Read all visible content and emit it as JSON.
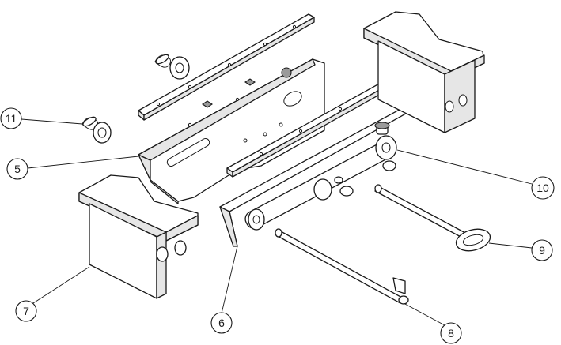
{
  "callouts": [
    {
      "id": "callout-11",
      "label": "11"
    },
    {
      "id": "callout-5",
      "label": "5"
    },
    {
      "id": "callout-7",
      "label": "7"
    },
    {
      "id": "callout-6",
      "label": "6"
    },
    {
      "id": "callout-8",
      "label": "8"
    },
    {
      "id": "callout-9",
      "label": "9"
    },
    {
      "id": "callout-10",
      "label": "10"
    }
  ]
}
